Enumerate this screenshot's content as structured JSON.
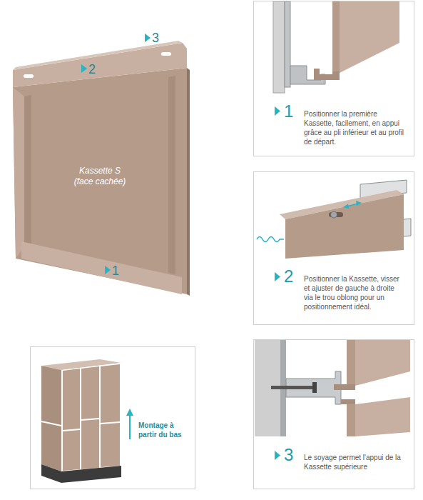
{
  "diagram": {
    "nodes": [
      {
        "text": [
          "1",
          "Positionner la première Kassette, facilement, en appui grâce au pli inférieur et au profil de départ."
        ]
      },
      {
        "text": [
          "2",
          "Positionner la Kassette, visser et ajuster de gauche à droite via le trou oblong pour un positionnement idéal."
        ]
      },
      {
        "text": [
          "Montage à partir du bas"
        ]
      },
      {
        "text": [
          "3",
          "Le soyage permet l'appui de la Kassette supérieure"
        ]
      }
    ],
    "labels": [
      "3",
      "2",
      "1",
      "Kassette S (face cachée)"
    ]
  }
}
